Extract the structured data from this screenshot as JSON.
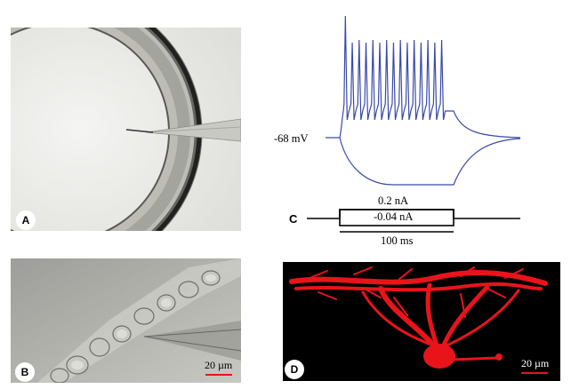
{
  "panels": {
    "a": {
      "label": "A"
    },
    "b": {
      "label": "B",
      "scale_bar": "20 µm"
    },
    "c": {
      "label": "C",
      "resting_potential": "-68 mV",
      "current_positive": "0.2 nA",
      "current_negative": "-0.04 nA",
      "duration": "100 ms"
    },
    "d": {
      "label": "D",
      "scale_bar": "20 µm"
    }
  },
  "colors": {
    "trace": "#3b4aa8",
    "neuron": "#e8141a",
    "scale_bar": "#e8141a"
  },
  "chart_data": {
    "type": "line",
    "spike_count": 15,
    "resting_potential_mV": -68,
    "step_currents_nA": [
      0.2,
      -0.04
    ],
    "step_duration_ms": 100
  }
}
